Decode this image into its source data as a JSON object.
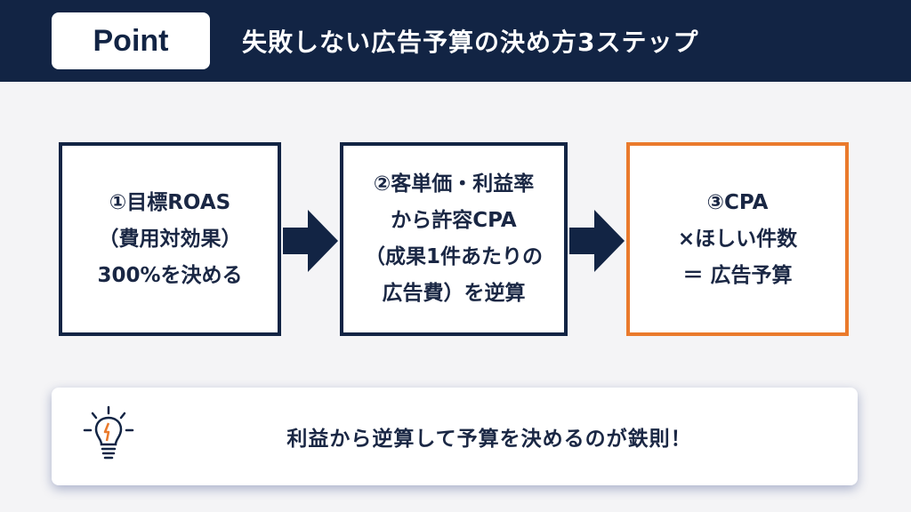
{
  "header": {
    "badge": "Point",
    "title": "失敗しない広告予算の決め方3ステップ"
  },
  "steps": [
    {
      "lines": [
        "①目標ROAS",
        "（費用対効果）",
        "300%を決める"
      ]
    },
    {
      "lines": [
        "②客単価・利益率",
        "から許容CPA",
        "（成果1件あたりの",
        "広告費）を逆算"
      ]
    },
    {
      "lines": [
        "③CPA",
        "×ほしい件数",
        "＝ 広告予算"
      ]
    }
  ],
  "tip": {
    "icon": "lightbulb-icon",
    "text": "利益から逆算して予算を決めるのが鉄則！"
  },
  "colors": {
    "navy": "#122444",
    "accent": "#ea7a2c",
    "background": "#f4f4f6"
  }
}
